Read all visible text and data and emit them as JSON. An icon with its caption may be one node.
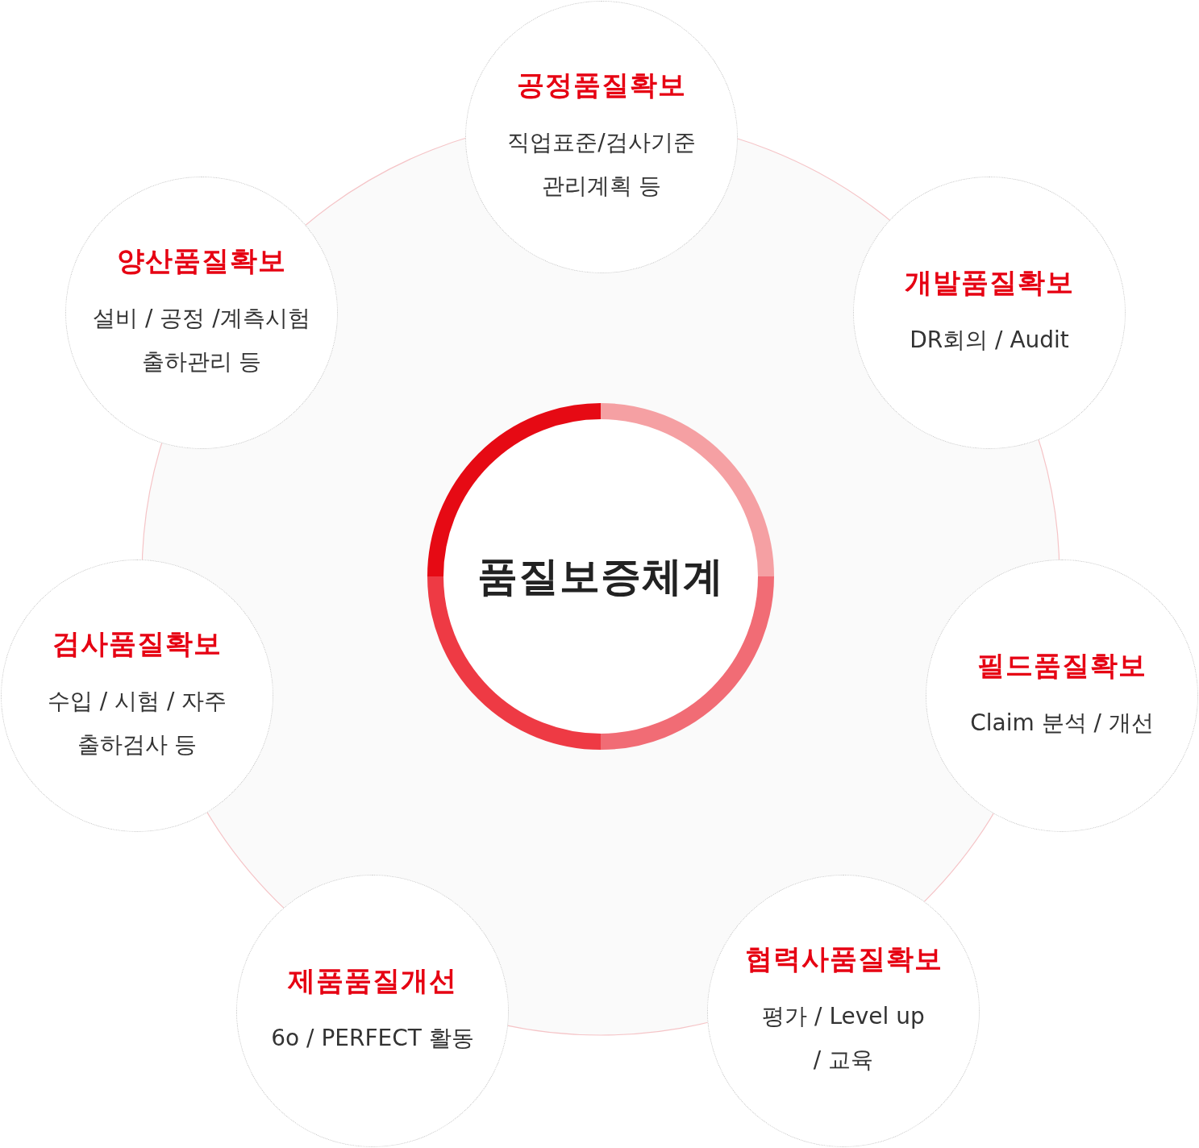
{
  "diagram": {
    "nodes": [
      {
        "text": [
          "공정품질확보",
          "직업표준/검사기준 관리계획 등"
        ]
      },
      {
        "text": [
          "양산품질확보",
          "설비 / 공정 /계측시험 출하관리 등"
        ]
      },
      {
        "text": [
          "개발품질확보",
          "DR회의 / Audit"
        ]
      },
      {
        "text": [
          "품질보증체계"
        ]
      },
      {
        "text": [
          "검사품질확보",
          "수입 / 시험 / 자주 출하검사 등"
        ]
      },
      {
        "text": [
          "필드품질확보",
          "Claim 분석 / 개선"
        ]
      },
      {
        "text": [
          "제품품질개선",
          "6o / PERFECT 활동"
        ]
      },
      {
        "text": [
          "협력사품질확보",
          "평가 / Level up / 교육"
        ]
      }
    ]
  }
}
